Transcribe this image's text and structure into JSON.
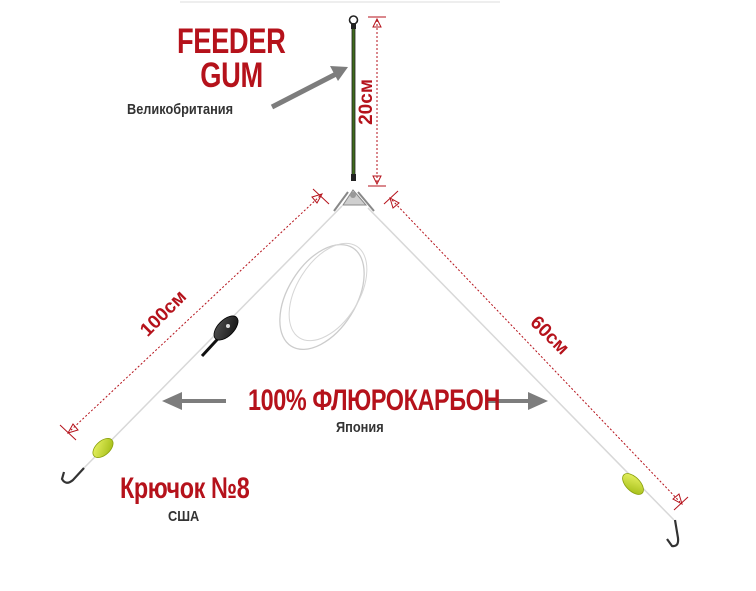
{
  "colors": {
    "accent_red": "#b5121b",
    "gum_green": "#3f6b1c",
    "bead_yellow": "#c8e020",
    "arrow_grey": "#7d7d7d",
    "line_grey": "#cfcfcf"
  },
  "labels": {
    "feeder_line1": "FEEDER",
    "feeder_line2": "GUM",
    "feeder_origin": "Великобритания",
    "fluoro_title": "100% ФЛЮРОКАРБОН",
    "fluoro_origin": "Япония",
    "hook_title": "Крючок №8",
    "hook_origin": "США"
  },
  "dimensions": {
    "gum_length": "20см",
    "left_leader": "100см",
    "right_leader": "60см"
  }
}
